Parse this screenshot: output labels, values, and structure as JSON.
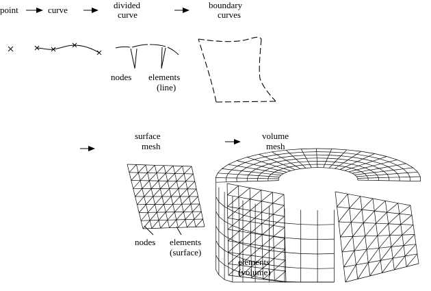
{
  "labels": {
    "point": "point",
    "curve": "curve",
    "divided_curve_1": "divided",
    "divided_curve_2": "curve",
    "boundary_curves_1": "boundary",
    "boundary_curves_2": "curves",
    "nodes_1": "nodes",
    "elements_line_1": "elements",
    "elements_line_2": "(line)",
    "surface_mesh_1": "surface",
    "surface_mesh_2": "mesh",
    "volume_mesh_1": "volume",
    "volume_mesh_2": "mesh",
    "nodes_2": "nodes",
    "elements_surface_1": "elements",
    "elements_surface_2": "(surface)",
    "elements_volume_1": "elements",
    "elements_volume_2": "(volume)"
  },
  "icons": {
    "arrow": "right-arrow-icon",
    "point_marker": "cross-marker-icon"
  }
}
